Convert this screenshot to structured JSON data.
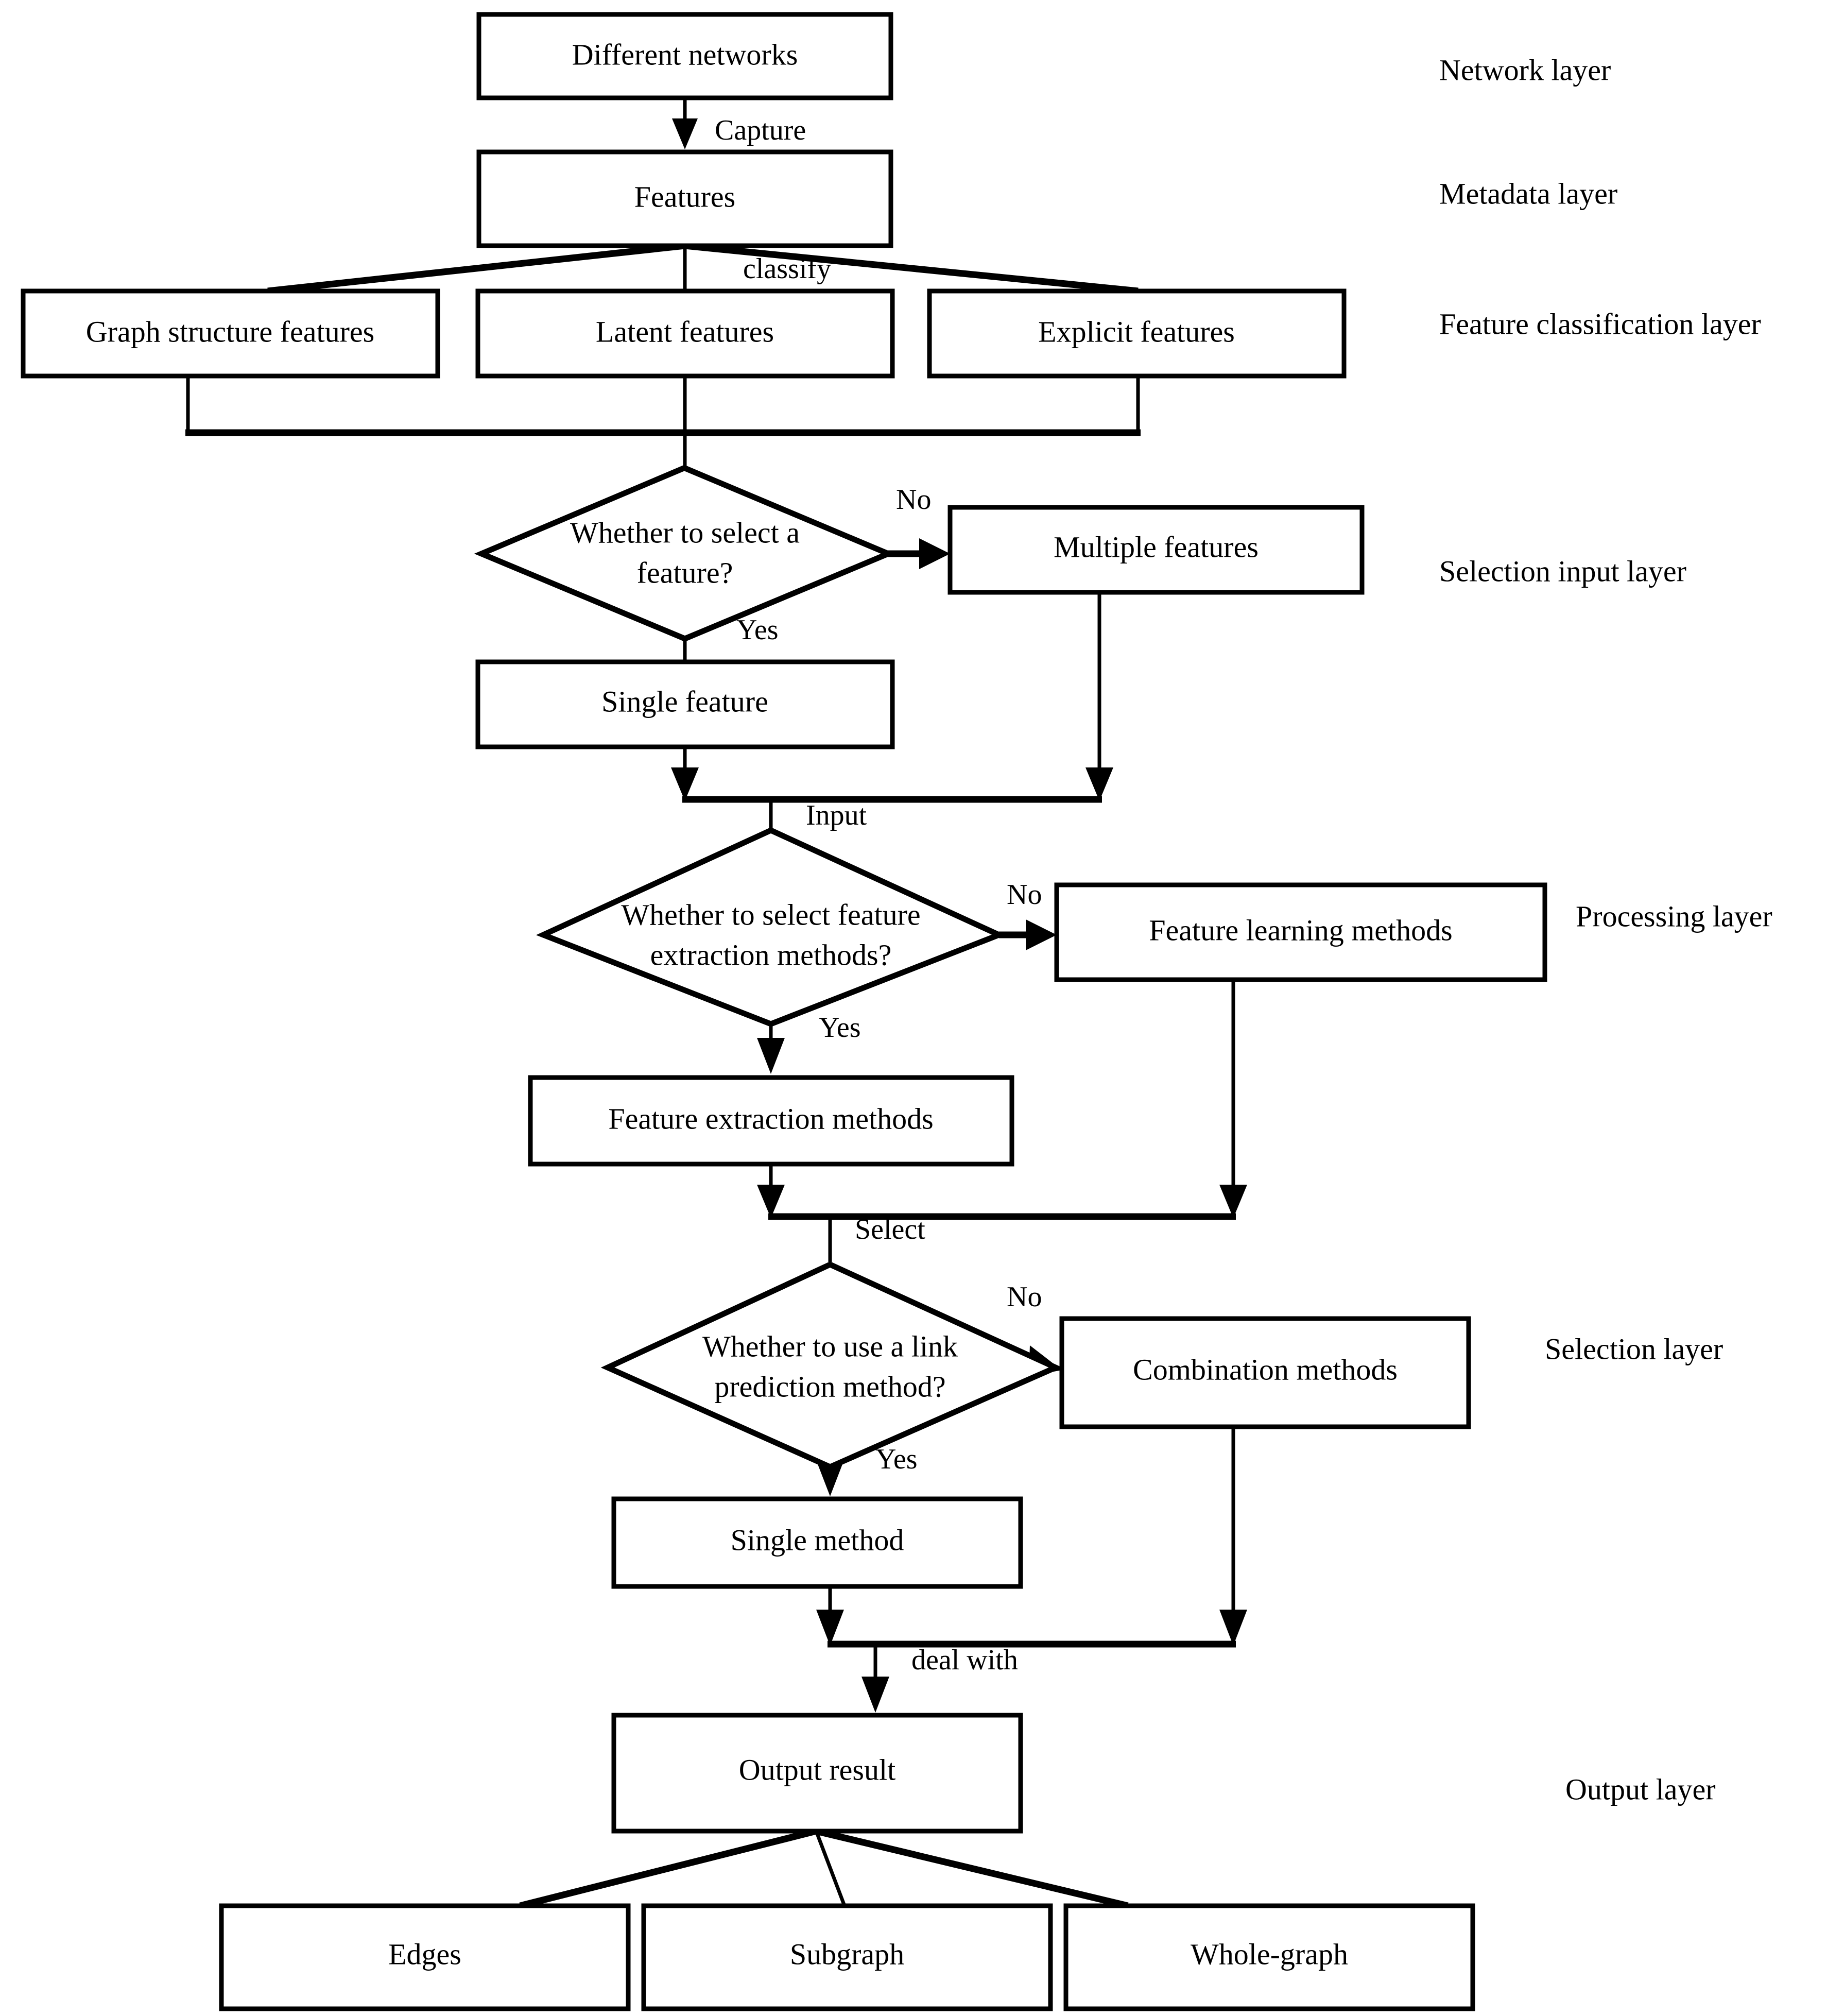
{
  "diagram": {
    "title": "Link prediction feature-processing layered flowchart",
    "stroke_color": "#000000",
    "fill_color": "#ffffff"
  },
  "layers": [
    {
      "id": "network",
      "label": "Network layer"
    },
    {
      "id": "metadata",
      "label": "Metadata layer"
    },
    {
      "id": "feature_class",
      "label": "Feature classification layer"
    },
    {
      "id": "selection_in",
      "label": "Selection input layer"
    },
    {
      "id": "processing",
      "label": "Processing layer"
    },
    {
      "id": "selection",
      "label": "Selection layer"
    },
    {
      "id": "output",
      "label": "Output layer"
    }
  ],
  "nodes": {
    "different_networks": {
      "label": "Different networks",
      "shape": "rect"
    },
    "features": {
      "label": "Features",
      "shape": "rect"
    },
    "graph_structure_features": {
      "label": "Graph structure features",
      "shape": "rect"
    },
    "latent_features": {
      "label": "Latent features",
      "shape": "rect"
    },
    "explicit_features": {
      "label": "Explicit features",
      "shape": "rect"
    },
    "whether_select_feature": {
      "label_line1": "Whether to select a",
      "label_line2": "feature?",
      "shape": "diamond"
    },
    "multiple_features": {
      "label": "Multiple features",
      "shape": "rect"
    },
    "single_feature": {
      "label": "Single feature",
      "shape": "rect"
    },
    "whether_select_extraction": {
      "label_line1": "Whether to select feature",
      "label_line2": "extraction methods?",
      "shape": "diamond"
    },
    "feature_learning_methods": {
      "label": "Feature learning methods",
      "shape": "rect"
    },
    "feature_extraction_methods": {
      "label": "Feature extraction methods",
      "shape": "rect"
    },
    "whether_use_link_prediction": {
      "label_line1": "Whether to use a link",
      "label_line2": "prediction method?",
      "shape": "diamond"
    },
    "combination_methods": {
      "label": "Combination methods",
      "shape": "rect"
    },
    "single_method": {
      "label": "Single method",
      "shape": "rect"
    },
    "output_result": {
      "label": "Output result",
      "shape": "rect"
    },
    "edges_out": {
      "label": "Edges",
      "shape": "rect"
    },
    "subgraph_out": {
      "label": "Subgraph",
      "shape": "rect"
    },
    "whole_graph_out": {
      "label": "Whole-graph",
      "shape": "rect"
    }
  },
  "edge_labels": {
    "capture": "Capture",
    "classify": "classify",
    "no_1": "No",
    "yes_1": "Yes",
    "input": "Input",
    "no_2": "No",
    "yes_2": "Yes",
    "select": "Select",
    "no_3": "No",
    "yes_3": "Yes",
    "deal_with": "deal with"
  }
}
